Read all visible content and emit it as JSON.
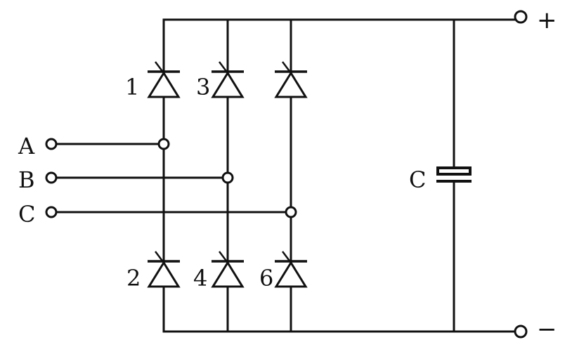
{
  "diagram": {
    "thyristors": {
      "t1": "1",
      "t3": "3",
      "t5": "",
      "t2": "2",
      "t4": "4",
      "t6": "6"
    },
    "inputs": {
      "a": "A",
      "b": "B",
      "c": "C"
    },
    "capacitor_label": "C",
    "output_positive": "+",
    "output_negative": "−"
  }
}
